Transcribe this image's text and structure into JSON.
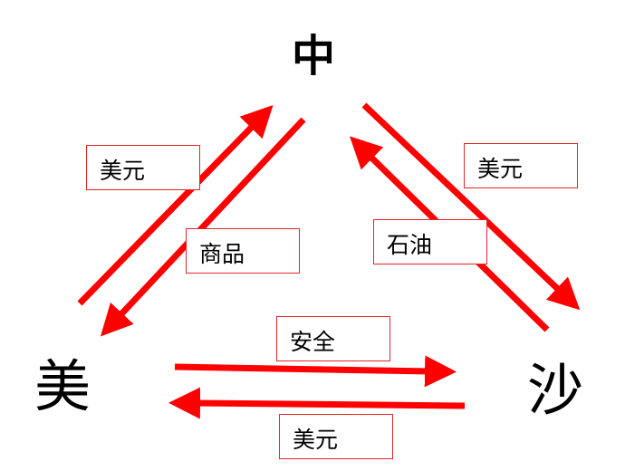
{
  "nodes": {
    "china": "中",
    "usa": "美",
    "saudi": "沙"
  },
  "edges": [
    {
      "from": "美",
      "to": "中",
      "label": "美元"
    },
    {
      "from": "中",
      "to": "美",
      "label": "商品"
    },
    {
      "from": "中",
      "to": "沙",
      "label": "美元"
    },
    {
      "from": "沙",
      "to": "中",
      "label": "石油"
    },
    {
      "from": "美",
      "to": "沙",
      "label": "安全"
    },
    {
      "from": "沙",
      "to": "美",
      "label": "美元"
    }
  ],
  "colors": {
    "arrow": "#ff0000",
    "box_border": "#e0262b"
  }
}
